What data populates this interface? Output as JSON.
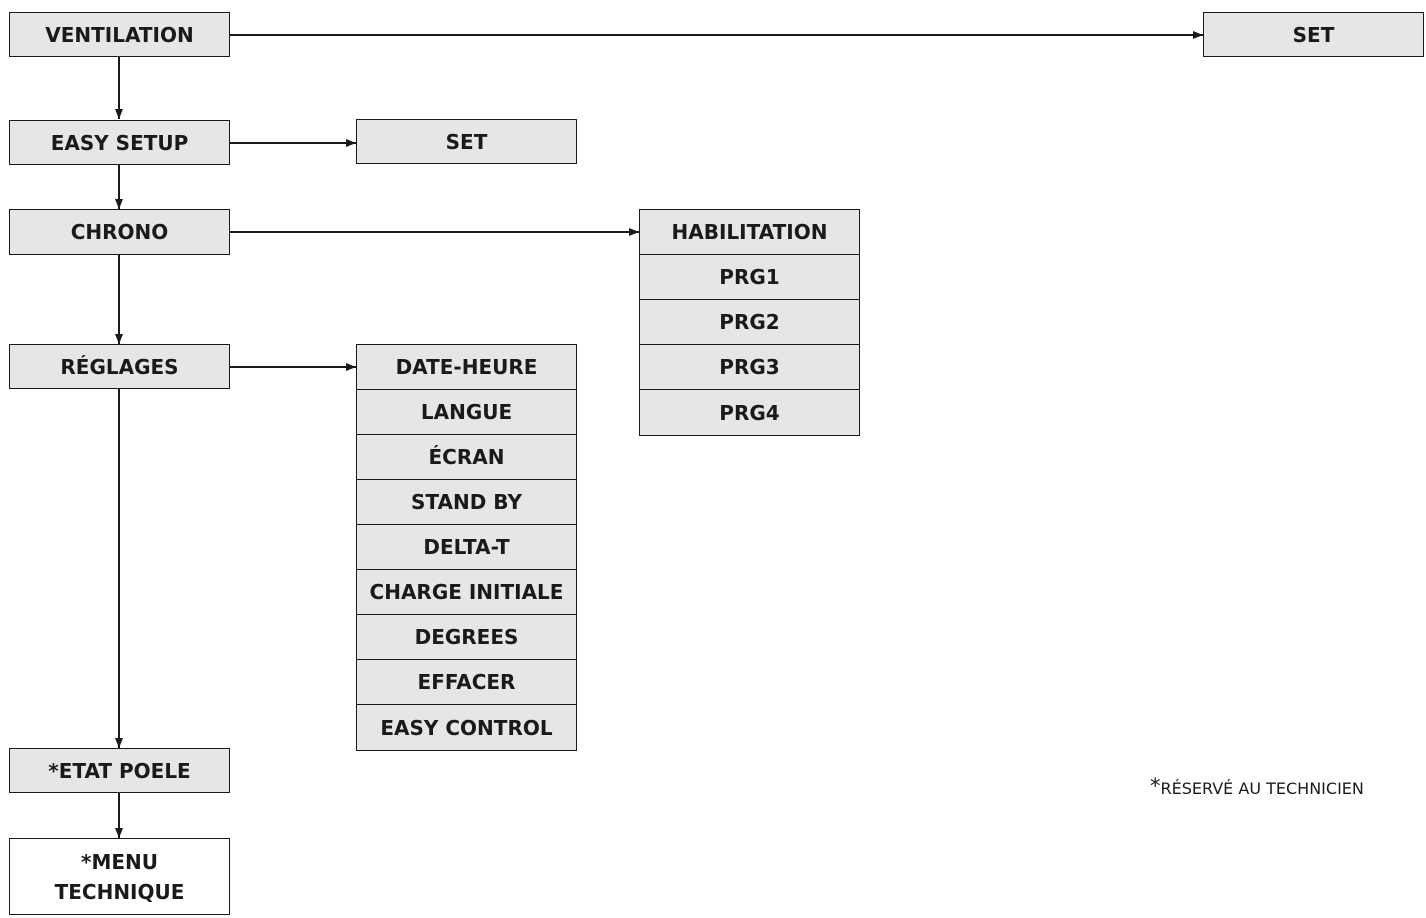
{
  "menu": {
    "ventilation": "VENTILATION",
    "easy_setup": "EASY SETUP",
    "chrono": "CHRONO",
    "reglages": "RÉGLAGES",
    "etat_poele": "*ETAT POELE",
    "menu_technique_line1": "*MENU",
    "menu_technique_line2": "TECHNIQUE"
  },
  "ventilation_target": "SET",
  "easy_setup_target": "SET",
  "chrono_submenu": [
    "HABILITATION",
    "PRG1",
    "PRG2",
    "PRG3",
    "PRG4"
  ],
  "reglages_submenu": [
    "DATE-HEURE",
    "LANGUE",
    "ÉCRAN",
    "STAND BY",
    "DELTA-T",
    "CHARGE INITIALE",
    "DEGREES",
    "EFFACER",
    "EASY CONTROL"
  ],
  "footnote": {
    "star": "*",
    "text": "RÉSERVÉ AU TECHNICIEN"
  },
  "colors": {
    "box_fill": "#e6e6e6",
    "line": "#1a1a1a",
    "background": "#ffffff"
  }
}
